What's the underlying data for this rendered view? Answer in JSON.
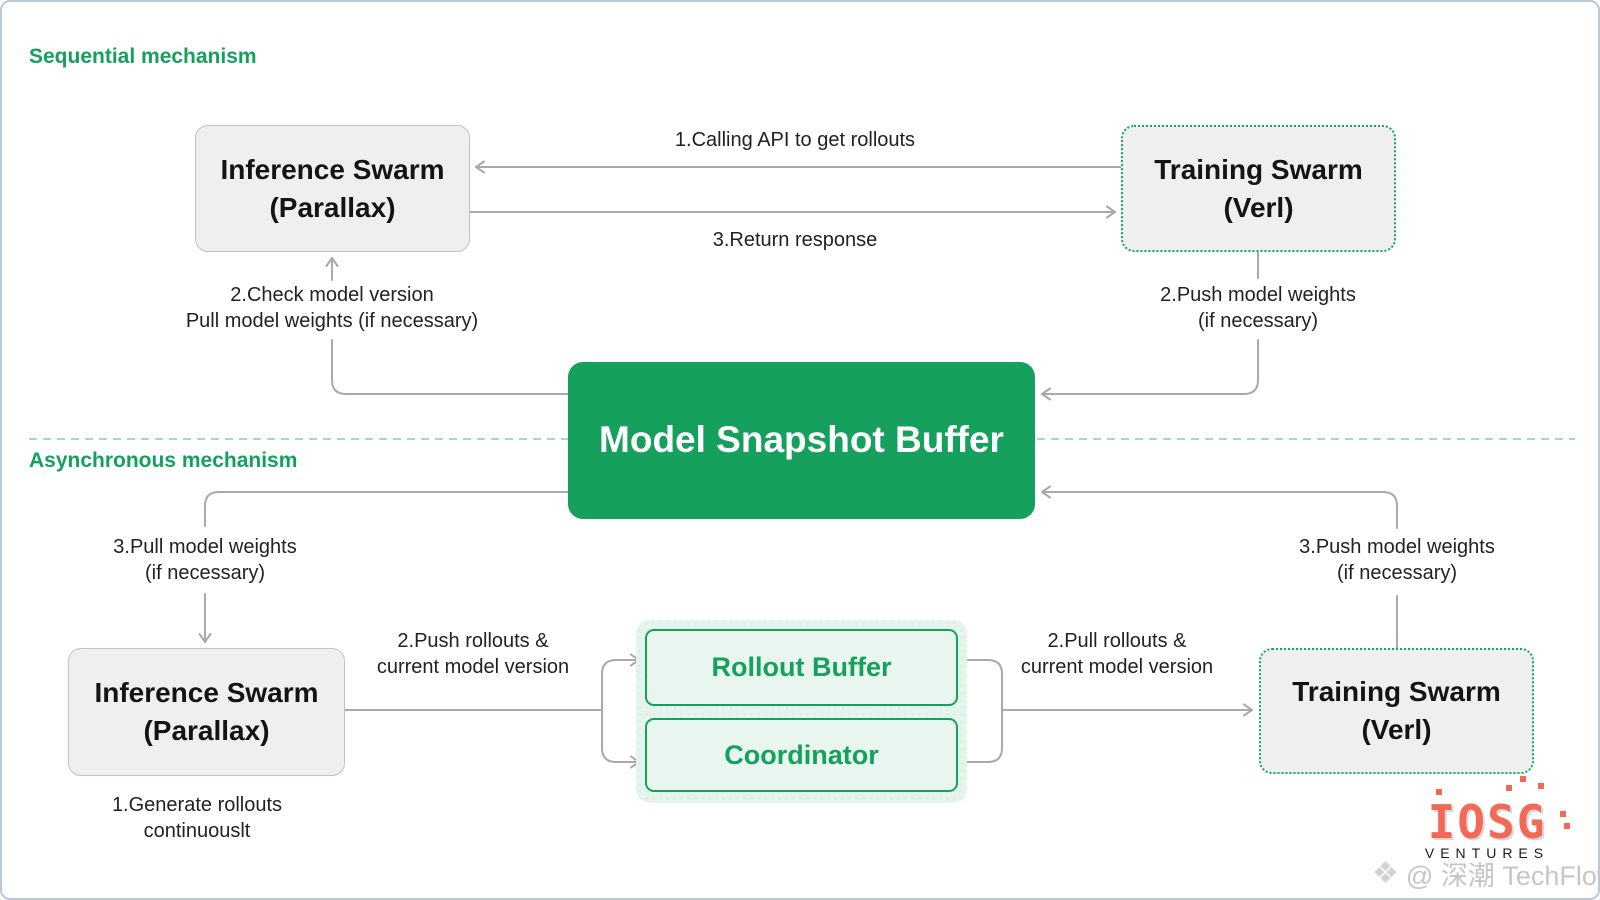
{
  "sections": {
    "sequential_title": "Sequential mechanism",
    "asynchronous_title": "Asynchronous mechanism"
  },
  "nodes": {
    "seq_inference": {
      "line1": "Inference Swarm",
      "line2": "(Parallax)"
    },
    "seq_training": {
      "line1": "Training Swarm",
      "line2": "(Verl)"
    },
    "buffer": {
      "label": "Model Snapshot Buffer"
    },
    "async_inference": {
      "line1": "Inference Swarm",
      "line2": "(Parallax)"
    },
    "async_training": {
      "line1": "Training Swarm",
      "line2": "(Verl)"
    },
    "rollout_buffer": {
      "label": "Rollout Buffer"
    },
    "coordinator": {
      "label": "Coordinator"
    }
  },
  "labels": {
    "seq_call_api": "1.Calling API to get rollouts",
    "seq_return_response": "3.Return response",
    "seq_check_line1": "2.Check model version",
    "seq_check_line2": "Pull model weights (if necessary)",
    "seq_push_line1": "2.Push model weights",
    "seq_push_line2": "(if necessary)",
    "async_pull_weights_line1": "3.Pull model weights",
    "async_pull_weights_line2": "(if necessary)",
    "async_generate_line1": "1.Generate rollouts",
    "async_generate_line2": "continuouslt",
    "async_push_rollouts_line1": "2.Push rollouts &",
    "async_push_rollouts_line2": "current model version",
    "async_pull_rollouts_line1": "2.Pull rollouts &",
    "async_pull_rollouts_line2": "current model version",
    "async_push_weights_line1": "3.Push model weights",
    "async_push_weights_line2": "(if necessary)"
  },
  "branding": {
    "logo_text": "IOSG",
    "logo_sub": "VENTURES",
    "watermark_icon": "❖",
    "watermark_text": "@ 深潮 TechFlow"
  },
  "colors": {
    "accent_green": "#16a05e",
    "light_green_fill": "#e5f4ec",
    "box_gray_fill": "#efefef",
    "box_gray_border": "#c3c3c3",
    "connector_gray": "#a9a9a9",
    "divider_green": "#a3dbc1",
    "logo_red": "#f26a55",
    "watermark_gray": "#c6c6c6"
  }
}
